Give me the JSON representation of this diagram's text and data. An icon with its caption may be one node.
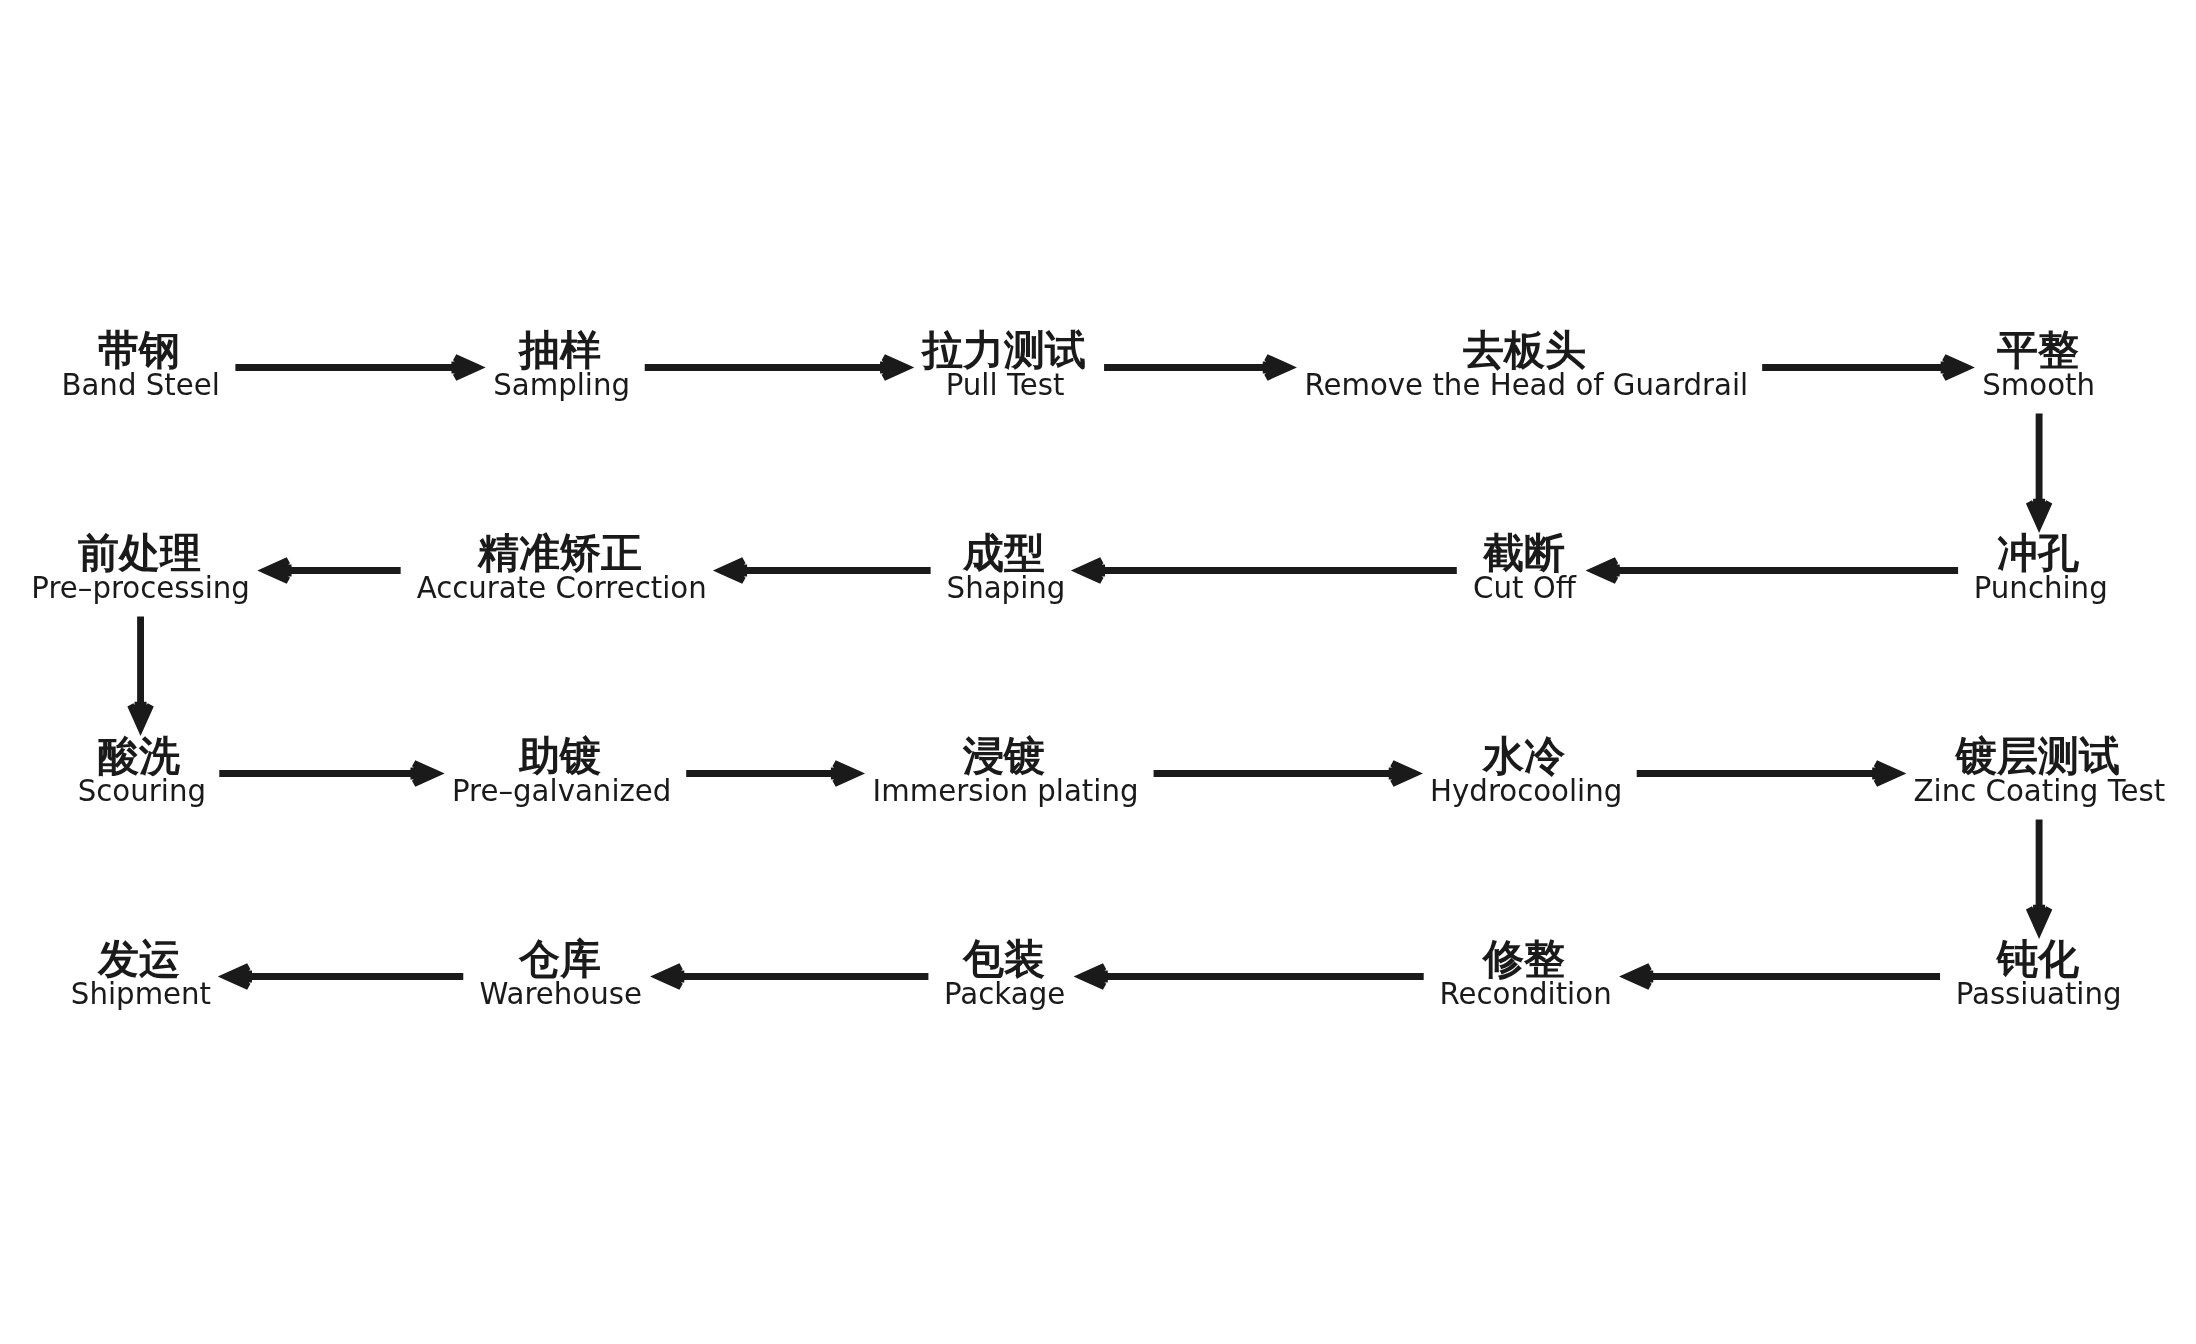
{
  "diagram": {
    "nodes": [
      {
        "text": [
          "带钢",
          "Band Steel"
        ]
      },
      {
        "text": [
          "抽样",
          "Sampling"
        ]
      },
      {
        "text": [
          "拉力测试",
          "Pull Test"
        ]
      },
      {
        "text": [
          "去板头",
          "Remove the Head of Guardrail"
        ]
      },
      {
        "text": [
          "平整",
          "Smooth"
        ]
      },
      {
        "text": [
          "冲孔",
          "Punching"
        ]
      },
      {
        "text": [
          "截断",
          "Cut Off"
        ]
      },
      {
        "text": [
          "成型",
          "Shaping"
        ]
      },
      {
        "text": [
          "精准矫正",
          "Accurate Correction"
        ]
      },
      {
        "text": [
          "前处理",
          "Pre–processing"
        ]
      },
      {
        "text": [
          "酸洗",
          "Scouring"
        ]
      },
      {
        "text": [
          "助镀",
          "Pre–galvanized"
        ]
      },
      {
        "text": [
          "浸镀",
          "Immersion plating"
        ]
      },
      {
        "text": [
          "水冷",
          "Hydrocooling"
        ]
      },
      {
        "text": [
          "镀层测试",
          "Zinc Coating Test"
        ]
      },
      {
        "text": [
          "钝化",
          "Passiuating"
        ]
      },
      {
        "text": [
          "修整",
          "Recondition"
        ]
      },
      {
        "text": [
          "包装",
          "Package"
        ]
      },
      {
        "text": [
          "仓库",
          "Warehouse"
        ]
      },
      {
        "text": [
          "发运",
          "Shipment"
        ]
      }
    ],
    "edges": [
      {
        "from": 0,
        "to": 1,
        "arrow": "to"
      },
      {
        "from": 1,
        "to": 2,
        "arrow": "to"
      },
      {
        "from": 2,
        "to": 3,
        "arrow": "to"
      },
      {
        "from": 3,
        "to": 4,
        "arrow": "to"
      },
      {
        "from": 4,
        "to": 5,
        "arrow": "to"
      },
      {
        "from": 5,
        "to": 6,
        "arrow": "to"
      },
      {
        "from": 6,
        "to": 7,
        "arrow": "to"
      },
      {
        "from": 7,
        "to": 8,
        "arrow": "to"
      },
      {
        "from": 8,
        "to": 9,
        "arrow": "to"
      },
      {
        "from": 9,
        "to": 10,
        "arrow": "to"
      },
      {
        "from": 10,
        "to": 11,
        "arrow": "to"
      },
      {
        "from": 11,
        "to": 12,
        "arrow": "to"
      },
      {
        "from": 12,
        "to": 13,
        "arrow": "to"
      },
      {
        "from": 13,
        "to": 14,
        "arrow": "to"
      },
      {
        "from": 14,
        "to": 15,
        "arrow": "to"
      },
      {
        "from": 15,
        "to": 16,
        "arrow": "to"
      },
      {
        "from": 16,
        "to": 17,
        "arrow": "to"
      },
      {
        "from": 17,
        "to": 18,
        "arrow": "to"
      },
      {
        "from": 18,
        "to": 19,
        "arrow": "to"
      }
    ]
  }
}
